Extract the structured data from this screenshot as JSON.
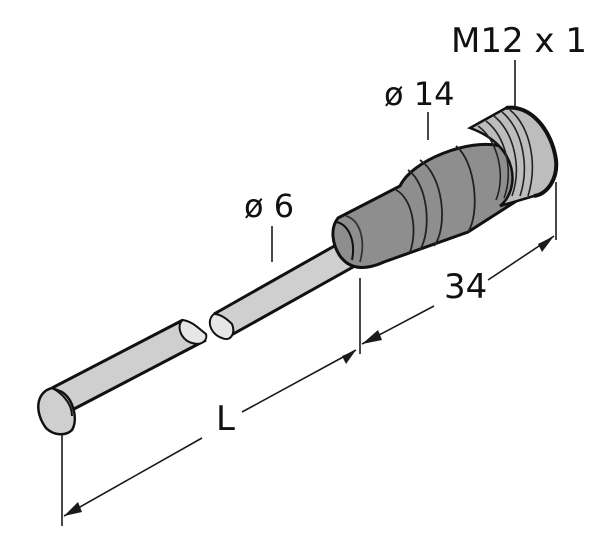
{
  "figure": {
    "type": "dimensioned technical drawing",
    "subject": "rod sensor with M12 x 1 connector"
  },
  "dimensions": {
    "thread": "M12 x 1",
    "head_diameter": "ø 14",
    "rod_diameter": "ø 6",
    "head_length": "34",
    "rod_length": "L"
  },
  "colors": {
    "outline": "#111111",
    "rod_fill": "#cfcfcf",
    "body_fill": "#8e8e8e",
    "body_dark": "#6f6f6f",
    "thread_fill": "#bdbdbd",
    "dimension_line": "#1a1a1a"
  }
}
